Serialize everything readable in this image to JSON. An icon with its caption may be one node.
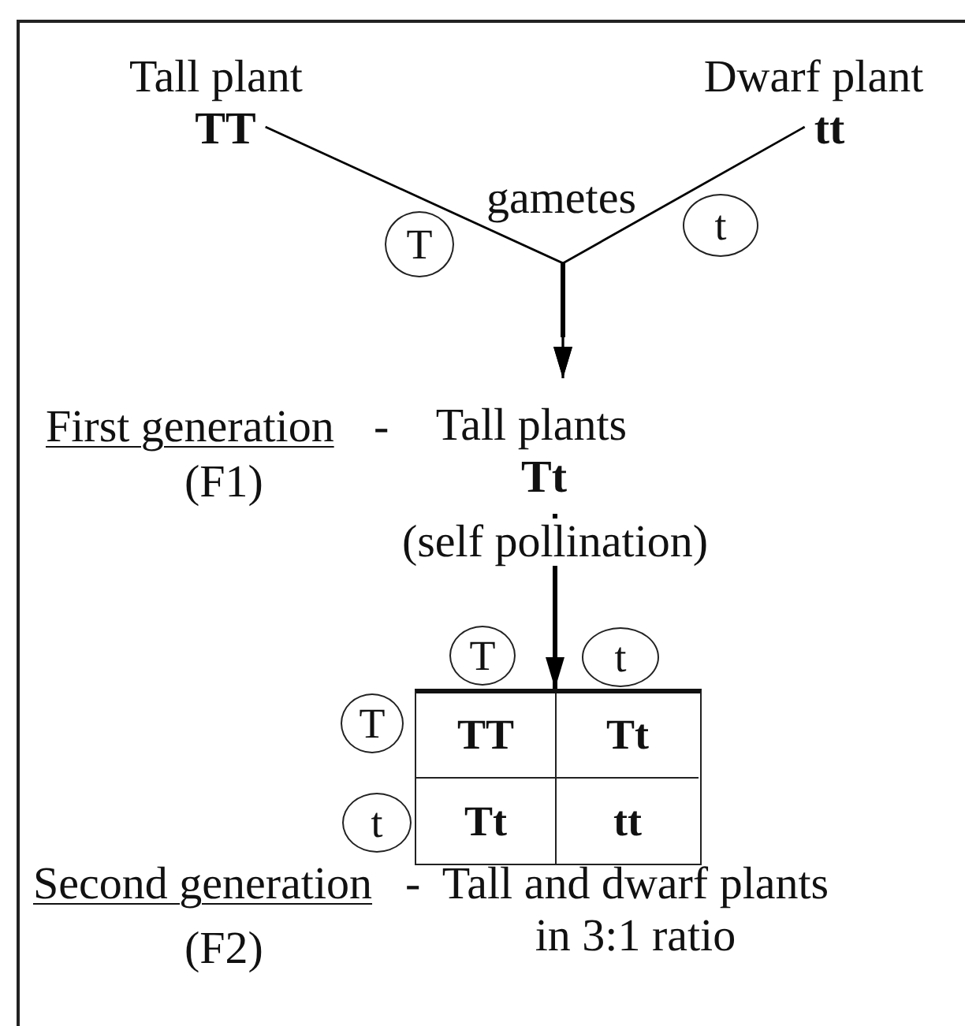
{
  "diagram": {
    "nodes": [
      {
        "text": [
          "Tall plant",
          "TT"
        ]
      },
      {
        "text": [
          "Dwarf plant",
          "tt"
        ]
      },
      {
        "text": [
          "T"
        ]
      },
      {
        "text": [
          "t"
        ]
      },
      {
        "text": [
          "Tall plants",
          "Tt"
        ]
      },
      {
        "text": [
          "T"
        ]
      },
      {
        "text": [
          "t"
        ]
      },
      {
        "text": [],
        "shape": "box"
      },
      {
        "text": [
          "T"
        ]
      },
      {
        "text": [
          "t"
        ]
      },
      {
        "text": [
          "TT"
        ],
        "in": 7
      },
      {
        "text": [
          "Tt"
        ],
        "in": 7
      },
      {
        "text": [
          "Tt"
        ],
        "in": 7
      },
      {
        "text": [
          "tt"
        ],
        "in": 7
      }
    ],
    "edges": [
      {
        "from": 0,
        "to": 4,
        "arrow": "to"
      },
      {
        "from": 1,
        "to": 4,
        "arrow": "to"
      },
      {
        "from": 4,
        "to": 7,
        "arrow": "to",
        "label": "(self pollination)",
        "style": "thick"
      }
    ],
    "labels": [
      "gametes",
      "First generation",
      "-",
      "(F1)",
      "Second generation",
      "-",
      "(F2)",
      "Tall and dwarf plants in 3:1 ratio"
    ]
  }
}
